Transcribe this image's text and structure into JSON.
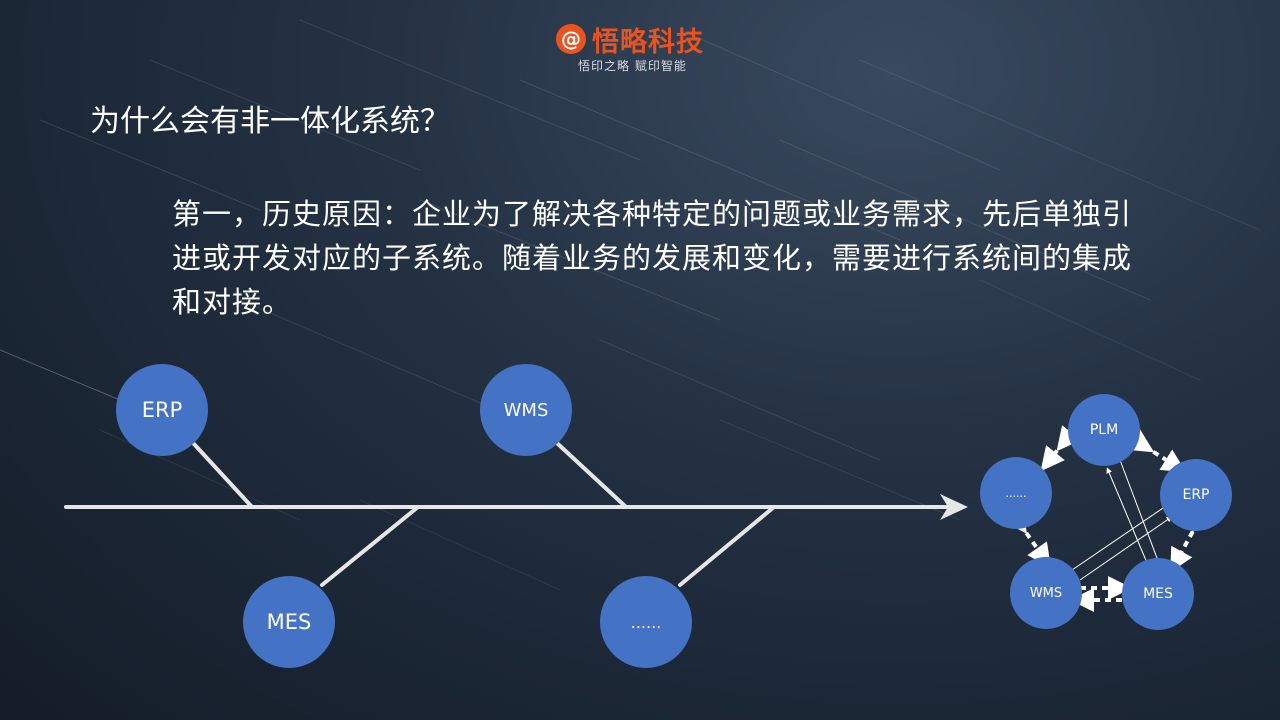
{
  "logo": {
    "mark": "@",
    "name": "悟略科技",
    "slogan": "悟印之略 赋印智能"
  },
  "title": "为什么会有非一体化系统？",
  "body": "第一，历史原因：企业为了解决各种特定的问题或业务需求，先后单独引进或开发对应的子系统。随着业务的发展和变化，需要进行系统间的集成和对接。",
  "fishbone": {
    "nodes": [
      "ERP",
      "WMS",
      "MES",
      "......"
    ]
  },
  "network": {
    "nodes": [
      "PLM",
      "ERP",
      "MES",
      "WMS",
      "......"
    ]
  },
  "colors": {
    "node": "#4472c4",
    "logo": "#e8531f",
    "line": "#e6e6e6"
  }
}
